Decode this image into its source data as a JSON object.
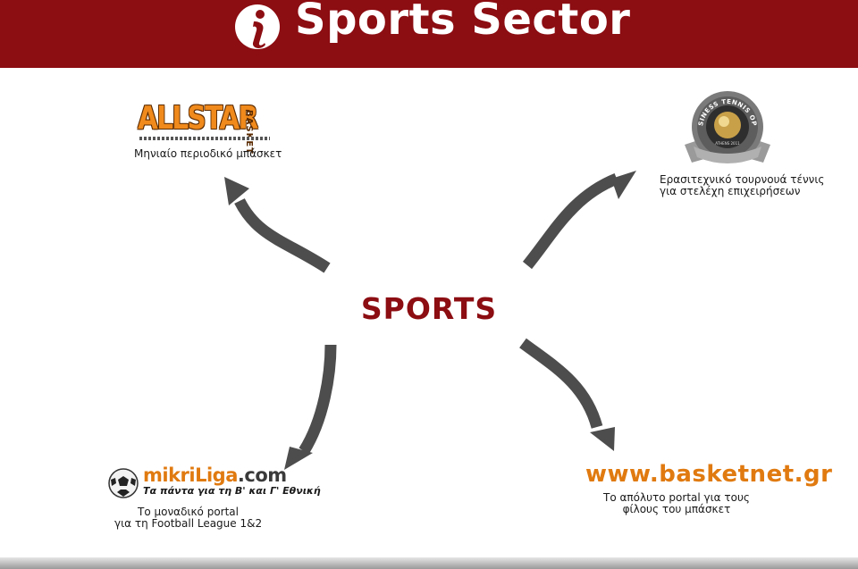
{
  "header": {
    "title": "Sports Sector",
    "icon": "info-icon",
    "background": "#8c0d12"
  },
  "hub": {
    "label": "SPORTS",
    "color": "#8c0d12"
  },
  "arrow_color": "#4d4d4d",
  "nodes": [
    {
      "id": "allstar",
      "logo_text": "ALLSTAR",
      "logo_side_text": "BASKET",
      "logo_color": "#f08a1c",
      "label_lines": [
        "Μηνιαίο περιοδικό μπάσκετ"
      ]
    },
    {
      "id": "tennis",
      "logo_ring_text": "BUSINESS TENNIS OPEN",
      "logo_sub_text": "ATHENS 2011",
      "label_lines": [
        "Ερασιτεχνικό τουρνουά τέννις",
        "για στελέχη επιχειρήσεων"
      ]
    },
    {
      "id": "mikriliga",
      "logo_text_orange": "mikriLiga",
      "logo_text_dark": ".com",
      "logo_tagline": "Τα πάντα για τη Β' και Γ' Εθνική",
      "label_lines": [
        "Το μοναδικό portal",
        "για τη Football League 1&2"
      ]
    },
    {
      "id": "basketnet",
      "logo_text": "www.basketnet.gr",
      "label_lines": [
        "Το απόλυτο portal για τους",
        "φίλους του μπάσκετ"
      ]
    }
  ]
}
